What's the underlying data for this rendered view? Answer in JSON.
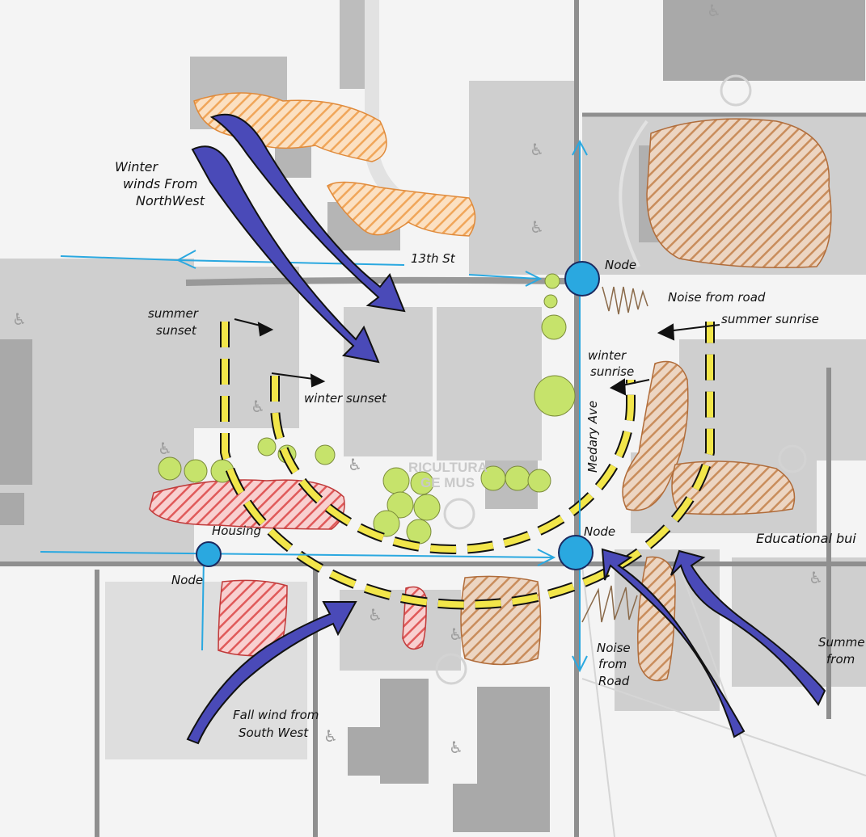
{
  "map": {
    "labels": {
      "winter_winds": [
        "Winter",
        "winds From",
        "NorthWest"
      ],
      "street": "13th St",
      "node_top": "Node",
      "node_bottom": "Node",
      "node_left": "Node",
      "noise_top": "Noise from road",
      "summer_sunset": [
        "summer",
        "sunset"
      ],
      "winter_sunset": "winter sunset",
      "summer_sunrise": "summer sunrise",
      "winter_sunrise": [
        "winter",
        "sunrise"
      ],
      "medary": "Medary Ave",
      "housing": "Housing",
      "educational": "Educational bui",
      "summer_from": [
        "Summe",
        "from"
      ],
      "noise_bottom": [
        "Noise",
        "from",
        "Road"
      ],
      "fall_wind": [
        "Fall wind from",
        "South West"
      ],
      "museum": [
        "RICULTURA",
        "GE MUS"
      ]
    },
    "icons": {
      "accessible": "wheelchair-icon",
      "parking": "parking-icon"
    },
    "colors": {
      "buildings": "#c7c7c7",
      "buildings_dark": "#a9a9a9",
      "roads": "#8f8f8f",
      "wind_arrows": "#4a4ab8",
      "blue_lines": "#2aa8e0",
      "sun_path": "#f2e64a",
      "orange_zones": "#f0a65a",
      "brown_zones": "#c98d5c",
      "red_zones": "#e05a5a",
      "trees": "#c6e36b"
    }
  }
}
